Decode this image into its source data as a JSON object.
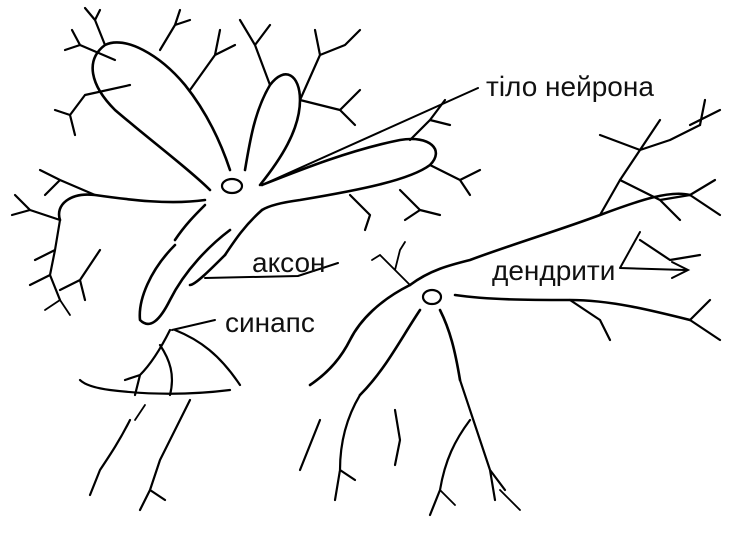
{
  "labels": {
    "cell_body": "тіло нейрона",
    "axon": "аксон",
    "synapse": "синапс",
    "dendrites": "дендрити"
  },
  "colors": {
    "ink": "#000000",
    "background": "#ffffff"
  }
}
